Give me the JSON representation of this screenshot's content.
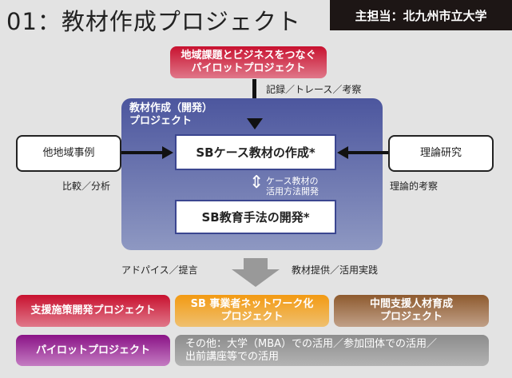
{
  "header": {
    "title": "01：教材作成プロジェクト",
    "owner": "主担当：北九州市立大学"
  },
  "pilot_source": {
    "line1": "地域課題とビジネスをつなぐ",
    "line2": "パイロットプロジェクト"
  },
  "record_label": "記録／トレース／考察",
  "panel": {
    "line1": "教材作成（開発）",
    "line2": "プロジェクト",
    "case_box": "SBケース教材の作成*",
    "method_box": "SB教育手法の開発*",
    "between_line1": "ケース教材の",
    "between_line2": "活用方法開発"
  },
  "left": {
    "box": "他地域事例",
    "label": "比較／分析"
  },
  "right": {
    "box": "理論研究",
    "label": "理論的考察"
  },
  "bottom_labels": {
    "left": "アドパイス／提言",
    "right": "教材提供／活用実践"
  },
  "outputs": [
    {
      "line1": "支援施策開発プロジェクト",
      "line2": ""
    },
    {
      "line1": "SB 事業者ネットワーク化",
      "line2": "プロジェクト"
    },
    {
      "line1": "中間支援人材育成",
      "line2": "プロジェクト"
    },
    {
      "line1": "パイロットプロジェクト",
      "line2": ""
    },
    {
      "line1": "その他：大学（MBA）での活用／参加団体での活用／",
      "line2": "出前講座等での活用"
    }
  ]
}
